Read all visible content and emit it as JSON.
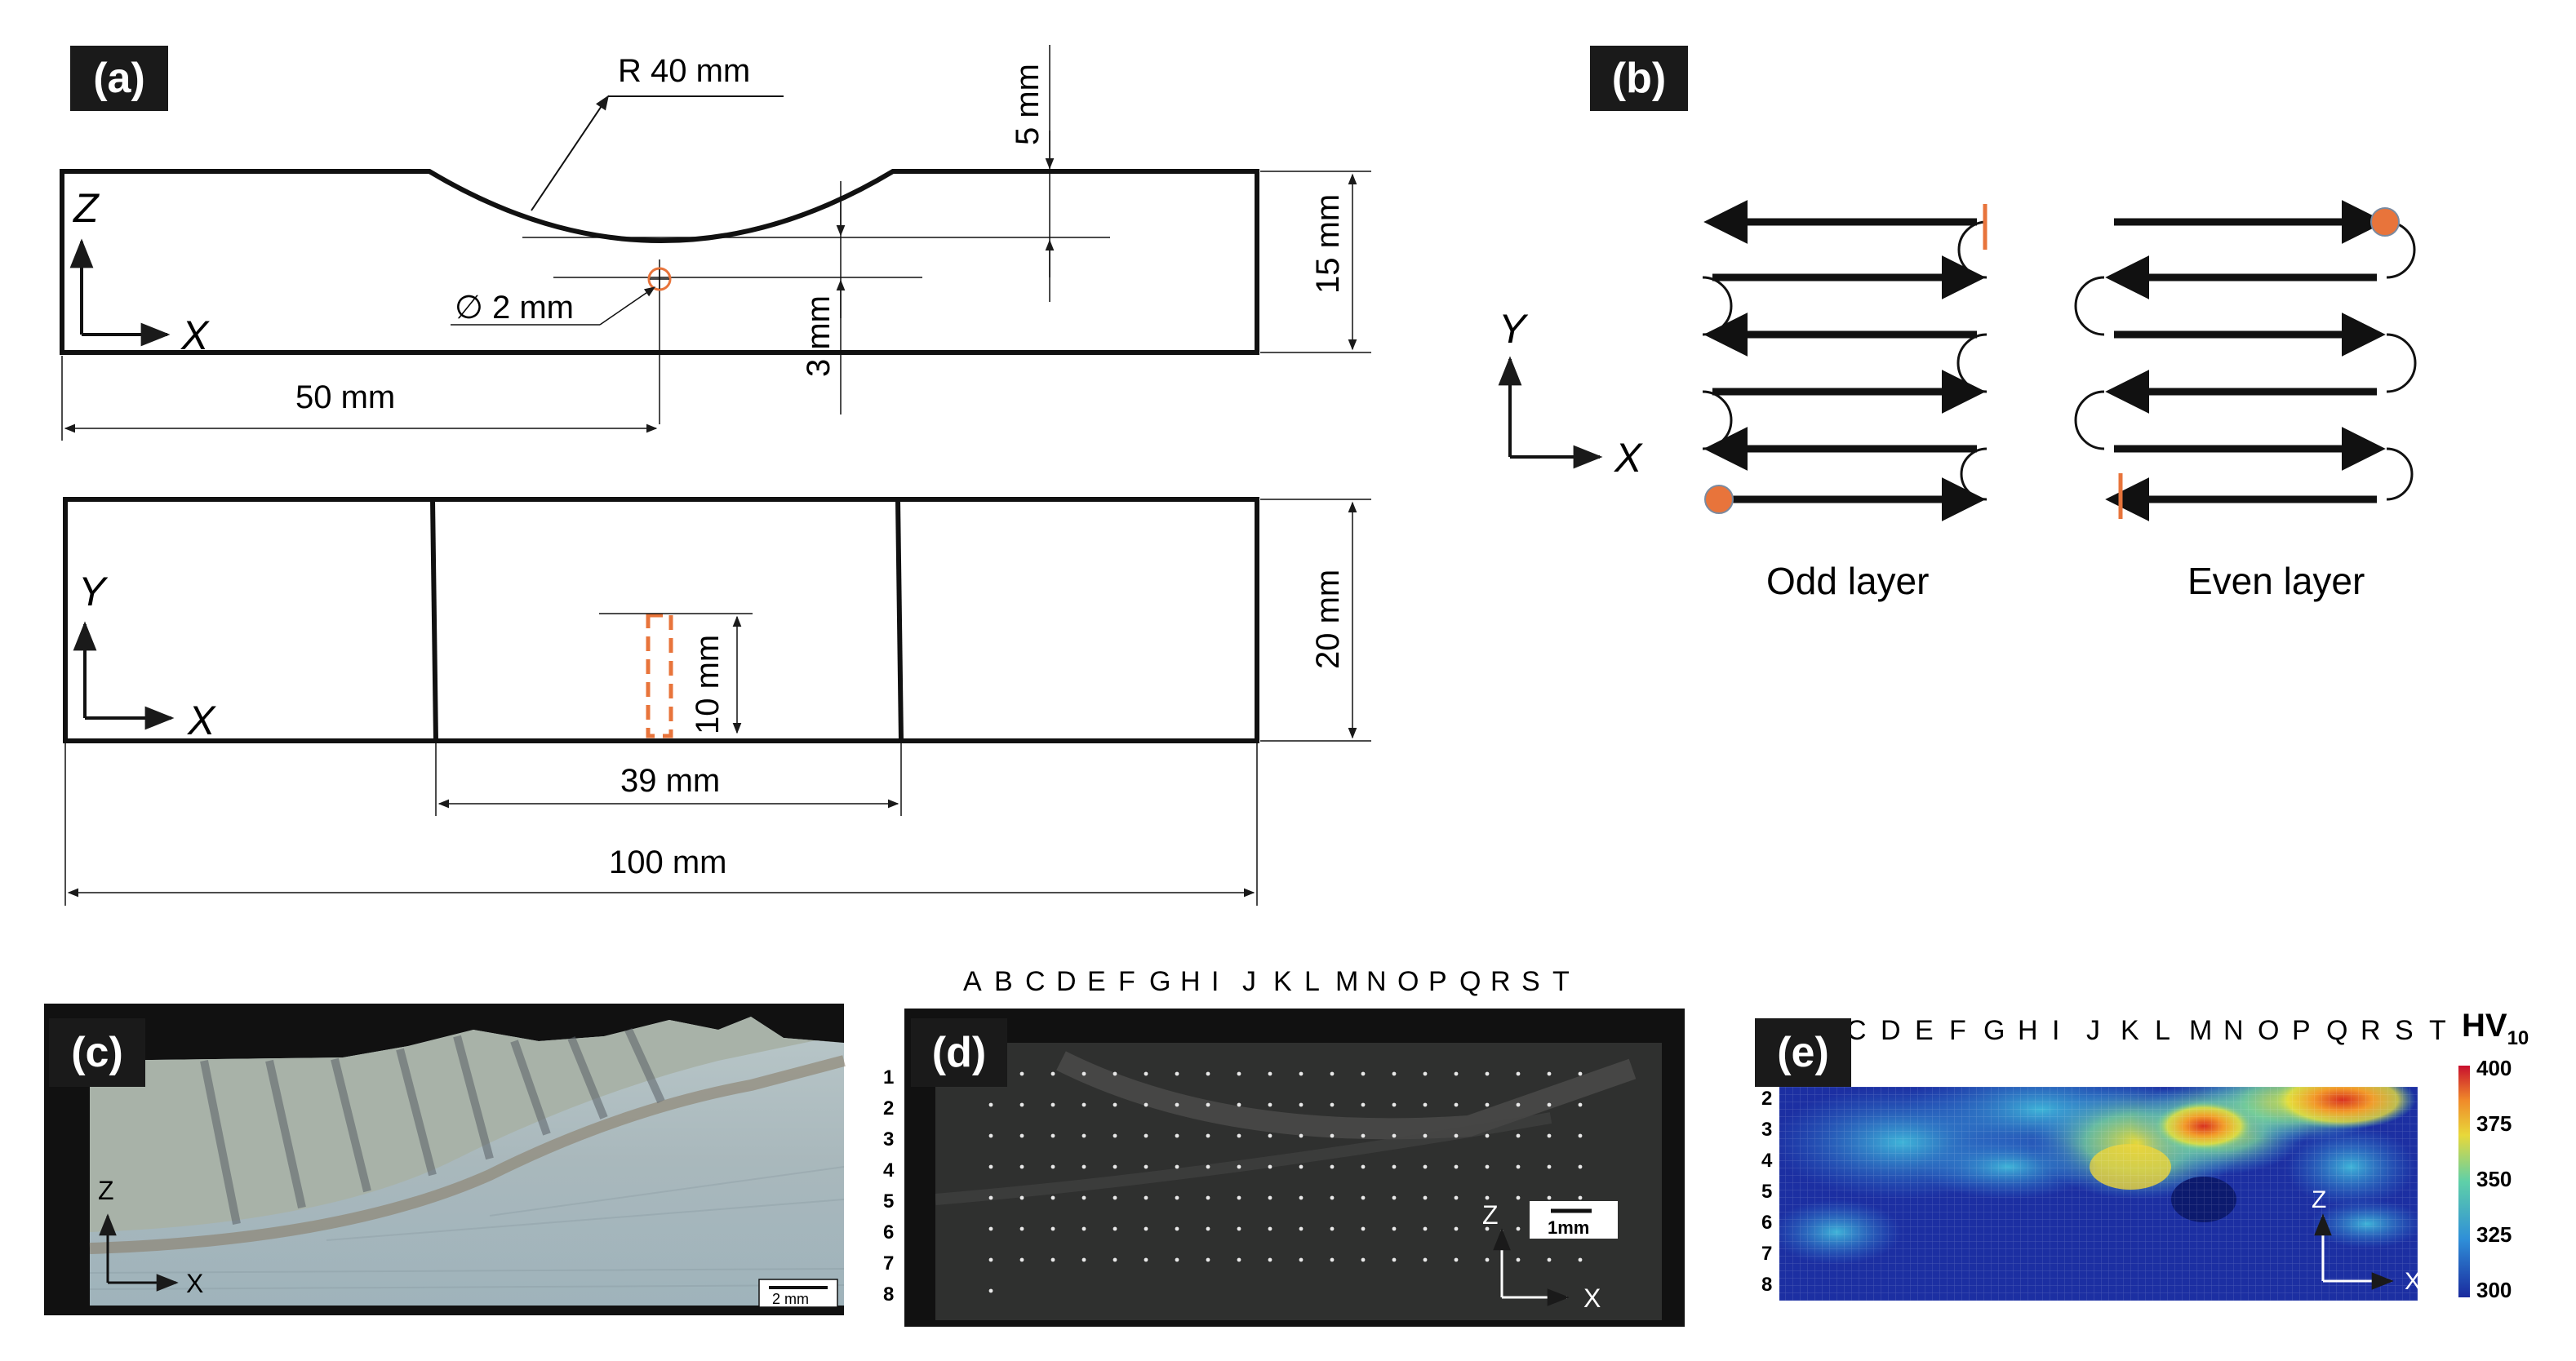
{
  "panels": {
    "a": {
      "label": "(a)",
      "dim_radius": "R 40 mm",
      "dim_depth": "5 mm",
      "dim_height": "15 mm",
      "dim_hole": "∅ 2 mm",
      "dim_hole_depth": "3 mm",
      "dim_hole_pos": "50 mm",
      "dim_width": "20 mm",
      "dim_notch_len": "10 mm",
      "dim_gauge": "39 mm",
      "dim_total": "100 mm",
      "axis_z": "Z",
      "axis_x": "X",
      "axis_y": "Y"
    },
    "b": {
      "label": "(b)",
      "odd_caption": "Odd layer",
      "even_caption": "Even layer",
      "axis_y": "Y",
      "axis_x": "X"
    },
    "c": {
      "label": "(c)",
      "scale_bar": "2 mm",
      "axis_z": "Z",
      "axis_x": "X"
    },
    "d": {
      "label": "(d)",
      "columns": [
        "A",
        "B",
        "C",
        "D",
        "E",
        "F",
        "G",
        "H",
        "I",
        "J",
        "K",
        "L",
        "M",
        "N",
        "O",
        "P",
        "Q",
        "R",
        "S",
        "T"
      ],
      "rows": [
        "1",
        "2",
        "3",
        "4",
        "5",
        "6",
        "7",
        "8"
      ],
      "scale_bar": "1mm",
      "axis_z": "Z",
      "axis_x": "X"
    },
    "e": {
      "label": "(e)",
      "columns": [
        "C",
        "D",
        "E",
        "F",
        "G",
        "H",
        "I",
        "J",
        "K",
        "L",
        "M",
        "N",
        "O",
        "P",
        "Q",
        "R",
        "S",
        "T"
      ],
      "rows": [
        "2",
        "3",
        "4",
        "5",
        "6",
        "7",
        "8"
      ],
      "colorbar_title_main": "HV",
      "colorbar_title_sub": "10",
      "colorbar_ticks": [
        "400",
        "375",
        "350",
        "325",
        "300"
      ],
      "axis_z": "Z",
      "axis_x": "X"
    }
  },
  "colors": {
    "accent_orange": "#e8743b",
    "line": "#1a1a1a",
    "label_bg": "#1a1a1a"
  }
}
